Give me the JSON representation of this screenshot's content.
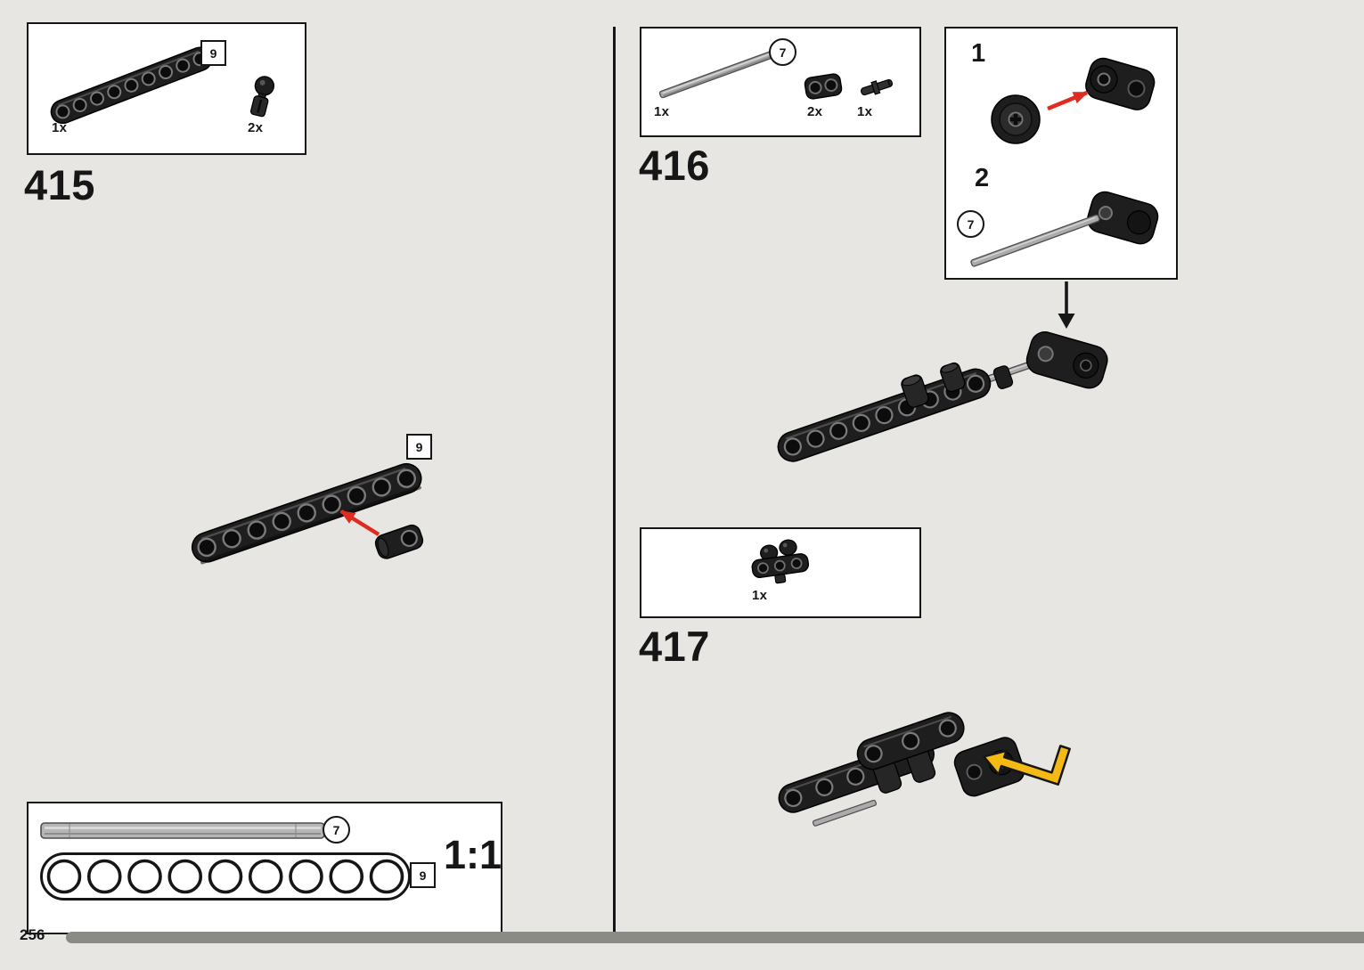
{
  "colors": {
    "page_background": "#e7e6e3",
    "box_background": "#ffffff",
    "outline_black": "#161616",
    "part_black": "#1e1e1e",
    "part_gray": "#ababab",
    "arrow_red": "#e02b20",
    "arrow_yellow": "#f5b915",
    "footer_bar_gray": "#8b8b86"
  },
  "footer": {
    "page_number": "256"
  },
  "step_415": {
    "number": "415",
    "parts_box": {
      "beam_qty": "1x",
      "beam_length_callout": "9",
      "towball_qty": "2x"
    },
    "assembly": {
      "beam_length_callout": "9"
    }
  },
  "scale_box": {
    "axle_callout": "7",
    "beam_callout": "9",
    "scale_label": "1:1"
  },
  "step_416": {
    "number": "416",
    "parts_box": {
      "axle_qty": "1x",
      "axle_callout": "7",
      "block_qty": "2x",
      "pin_qty": "1x"
    },
    "substeps": {
      "first_label": "1",
      "second_label": "2",
      "axle_callout": "7"
    }
  },
  "step_417": {
    "number": "417",
    "parts_box": {
      "part_qty": "1x"
    }
  }
}
